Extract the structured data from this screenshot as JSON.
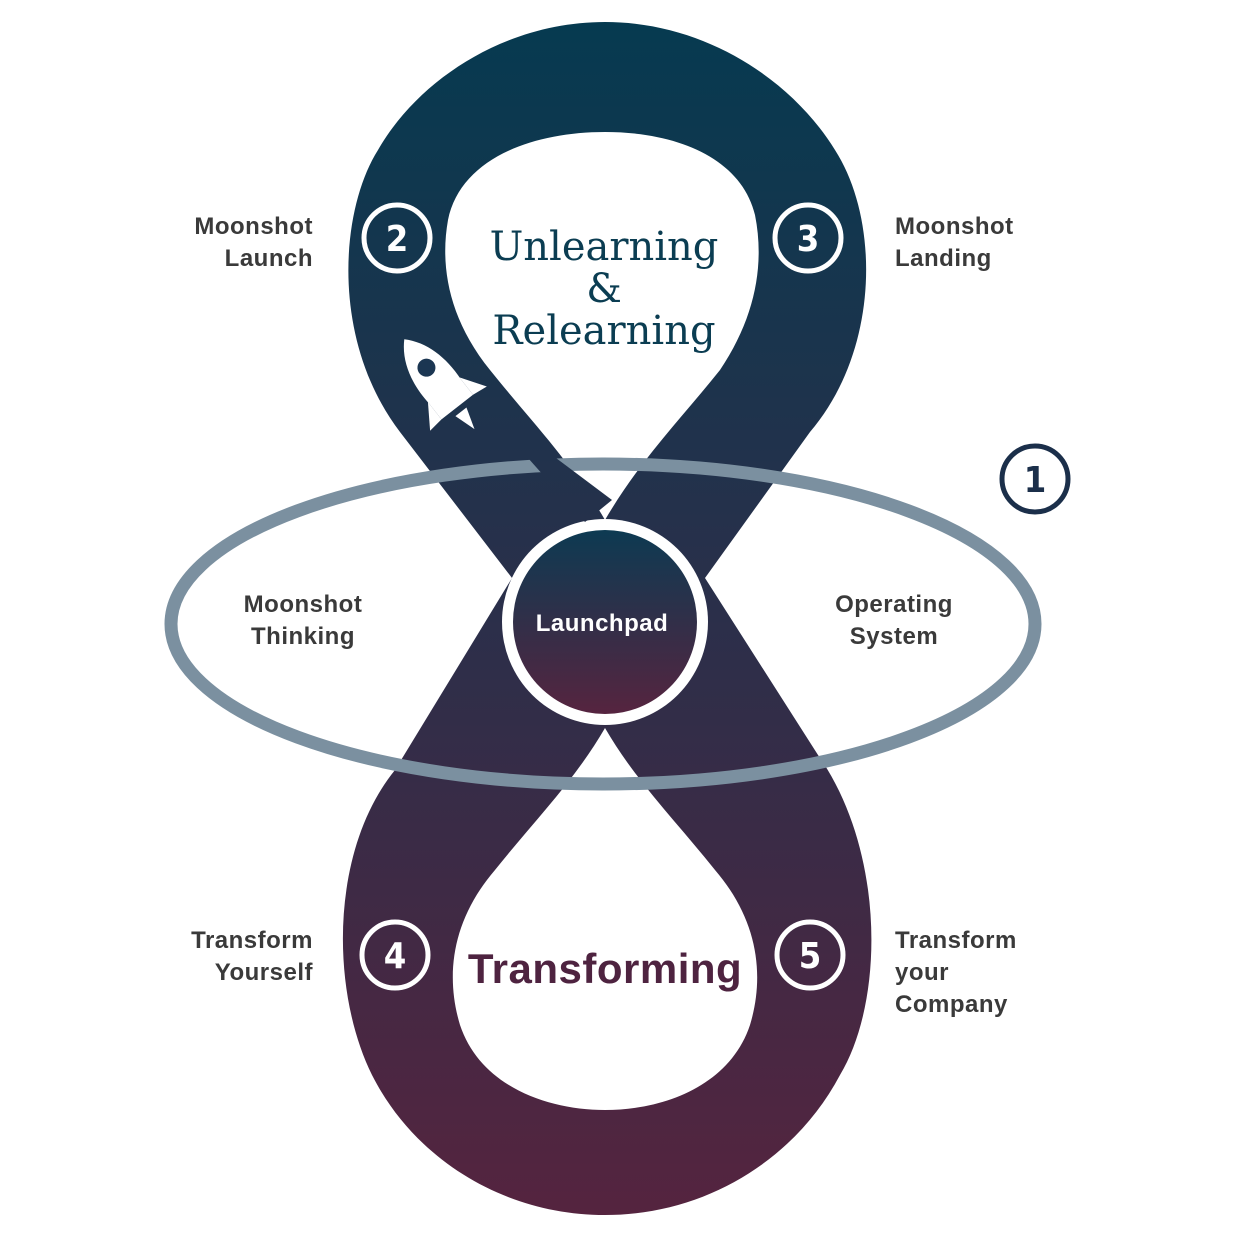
{
  "colors": {
    "top": "#063a50",
    "mid": "#2b2f4a",
    "bottom": "#55243f",
    "ring": "#7b90a0",
    "title_top": "#0b3d52",
    "title_bottom": "#4e2340",
    "label": "#3a3a3a"
  },
  "top_loop": {
    "title_line1": "Unlearning",
    "title_line2": "&",
    "title_line3": "Relearning"
  },
  "bottom_loop": {
    "title": "Transforming"
  },
  "hub": {
    "label": "Launchpad"
  },
  "ring": {
    "badge": "1",
    "left_line1": "Moonshot",
    "left_line2": "Thinking",
    "right_line1": "Operating",
    "right_line2": "System"
  },
  "stages": [
    {
      "number": "2",
      "line1": "Moonshot",
      "line2": "Launch",
      "line3": ""
    },
    {
      "number": "3",
      "line1": "Moonshot",
      "line2": "Landing",
      "line3": ""
    },
    {
      "number": "4",
      "line1": "Transform",
      "line2": "Yourself",
      "line3": ""
    },
    {
      "number": "5",
      "line1": "Transform",
      "line2": "your",
      "line3": "Company"
    }
  ],
  "icons": {
    "rocket": "rocket-icon"
  }
}
